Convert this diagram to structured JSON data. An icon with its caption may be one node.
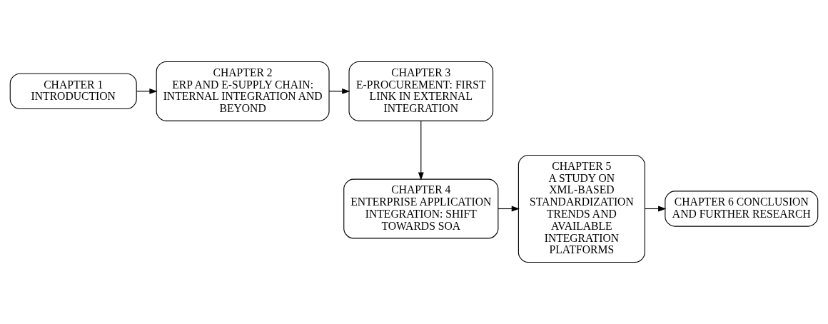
{
  "diagram": {
    "nodes": [
      {
        "text": [
          "CHAPTER 1",
          "INTRODUCTION"
        ]
      },
      {
        "text": [
          "CHAPTER 2",
          "ERP AND E-SUPPLY CHAIN: INTERNAL INTEGRATION AND BEYOND"
        ]
      },
      {
        "text": [
          "CHAPTER 3",
          "E-PROCUREMENT: FIRST LINK IN EXTERNAL INTEGRATION"
        ]
      },
      {
        "text": [
          "CHAPTER 4",
          "ENTERPRISE APPLICATION INTEGRATION: SHIFT TOWARDS SOA"
        ]
      },
      {
        "text": [
          "CHAPTER 5",
          "A STUDY ON XML-BASED STANDARDIZATION TRENDS AND AVAILABLE INTEGRATION PLATFORMS"
        ]
      },
      {
        "text": [
          "CHAPTER 6 CONCLUSION AND FURTHER RESEARCH"
        ]
      }
    ],
    "edges": [
      {
        "from": 0,
        "to": 1,
        "arrow": "to"
      },
      {
        "from": 1,
        "to": 2,
        "arrow": "to"
      },
      {
        "from": 2,
        "to": 3,
        "arrow": "to"
      },
      {
        "from": 3,
        "to": 4,
        "arrow": "to"
      },
      {
        "from": 4,
        "to": 5,
        "arrow": "to"
      }
    ]
  }
}
